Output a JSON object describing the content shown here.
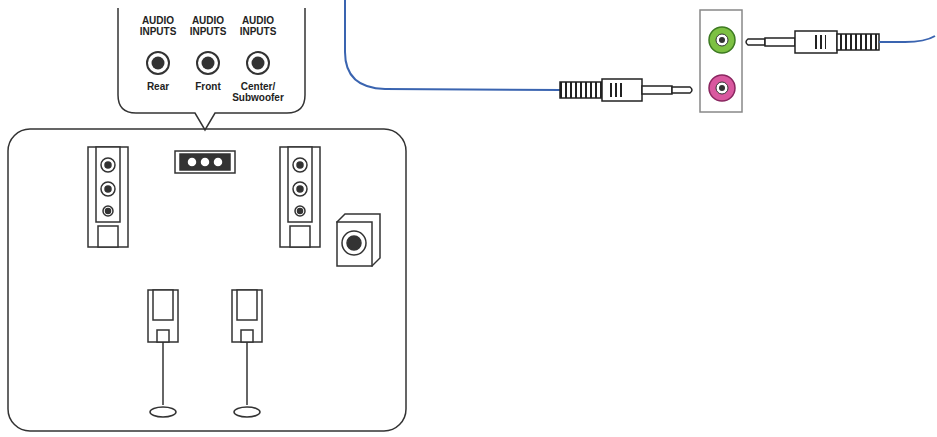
{
  "diagram": {
    "labels": [
      "AUDIO INPUTS",
      "Rear",
      "AUDIO INPUTS",
      "Front",
      "AUDIO INPUTS",
      "Center/ Subwoofer"
    ]
  }
}
